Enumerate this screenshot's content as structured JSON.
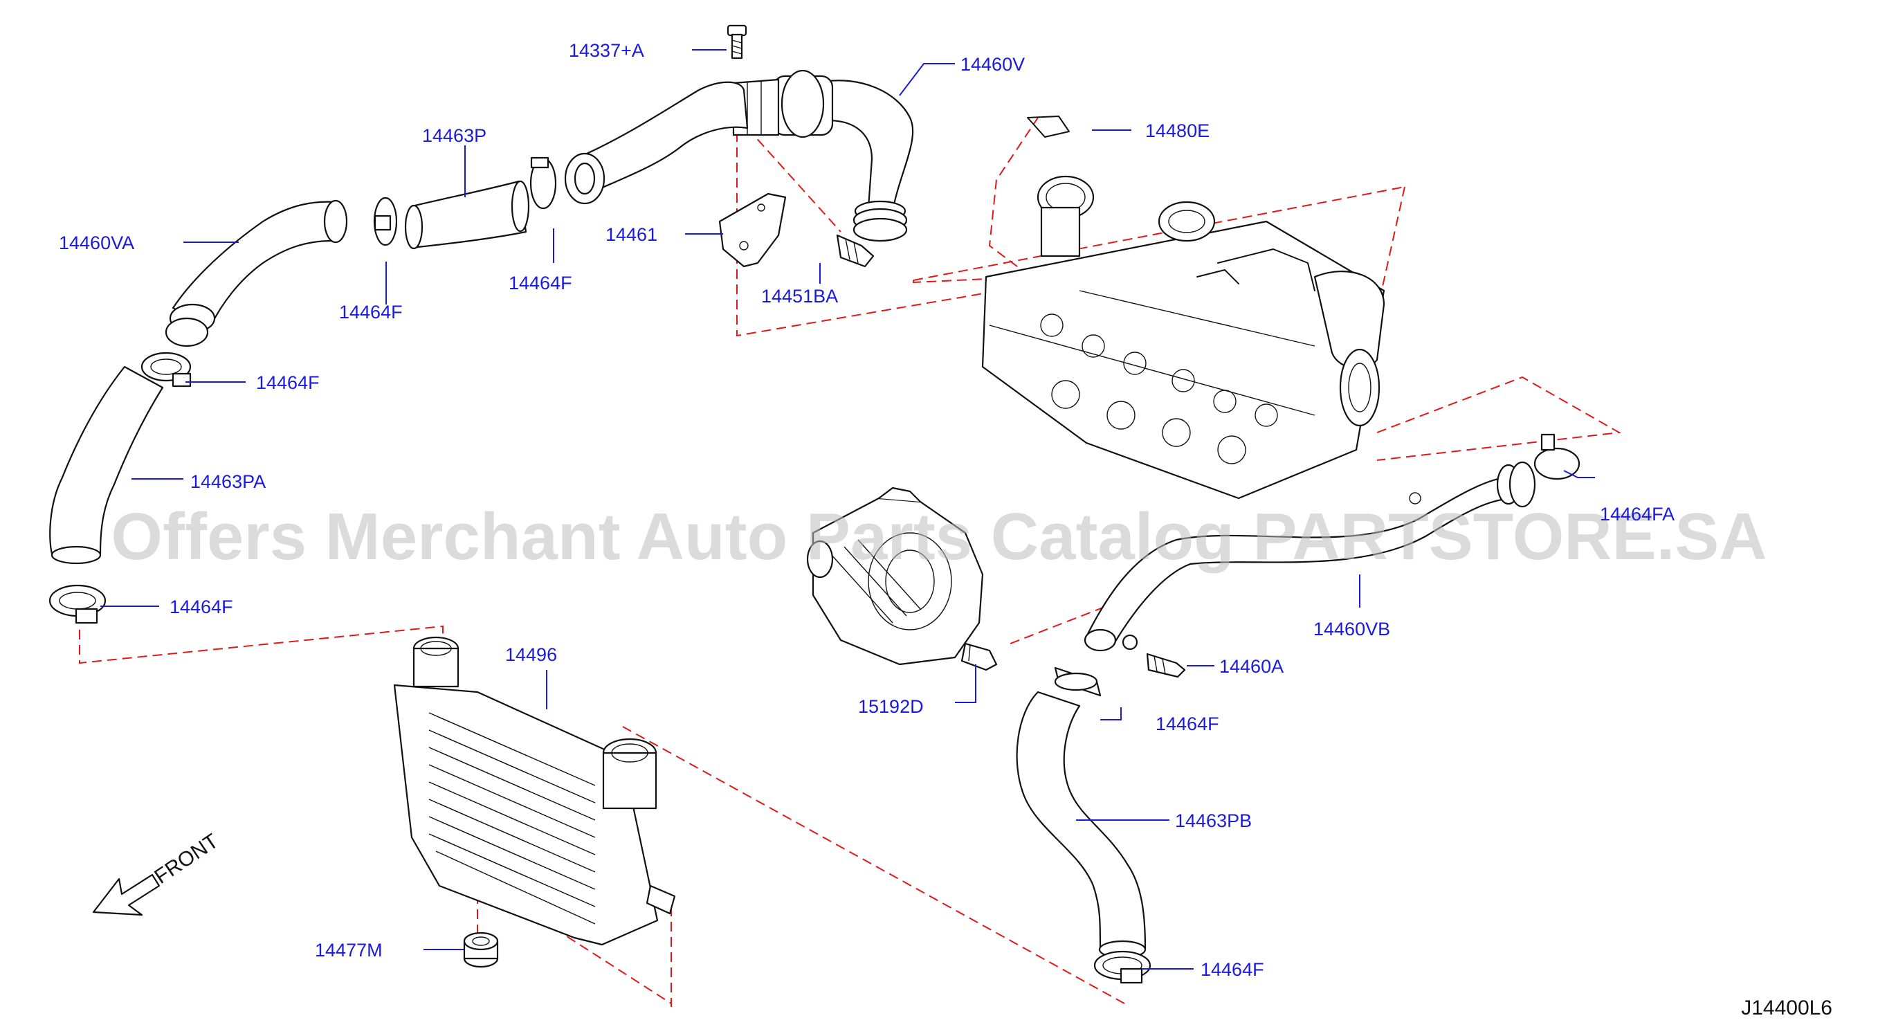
{
  "diagram": {
    "code": "J14400L6",
    "front_indicator": "FRONT",
    "watermark": "Offers Merchant Auto Parts Catalog PARTSTORE.SA"
  },
  "parts": [
    {
      "id": "p1",
      "number": "14337+A"
    },
    {
      "id": "p2",
      "number": "14460V"
    },
    {
      "id": "p3",
      "number": "14480E"
    },
    {
      "id": "p4",
      "number": "14463P"
    },
    {
      "id": "p5",
      "number": "14461"
    },
    {
      "id": "p6",
      "number": "14460VA"
    },
    {
      "id": "p7",
      "number": "14464F"
    },
    {
      "id": "p8",
      "number": "14451BA"
    },
    {
      "id": "p9",
      "number": "14464F"
    },
    {
      "id": "p10",
      "number": "14464F"
    },
    {
      "id": "p11",
      "number": "14463PA"
    },
    {
      "id": "p12",
      "number": "14464FA"
    },
    {
      "id": "p13",
      "number": "14464F"
    },
    {
      "id": "p14",
      "number": "14496"
    },
    {
      "id": "p15",
      "number": "14460VB"
    },
    {
      "id": "p16",
      "number": "14460A"
    },
    {
      "id": "p17",
      "number": "15192D"
    },
    {
      "id": "p18",
      "number": "14464F"
    },
    {
      "id": "p19",
      "number": "14463PB"
    },
    {
      "id": "p20",
      "number": "14477M"
    },
    {
      "id": "p21",
      "number": "14464F"
    }
  ]
}
